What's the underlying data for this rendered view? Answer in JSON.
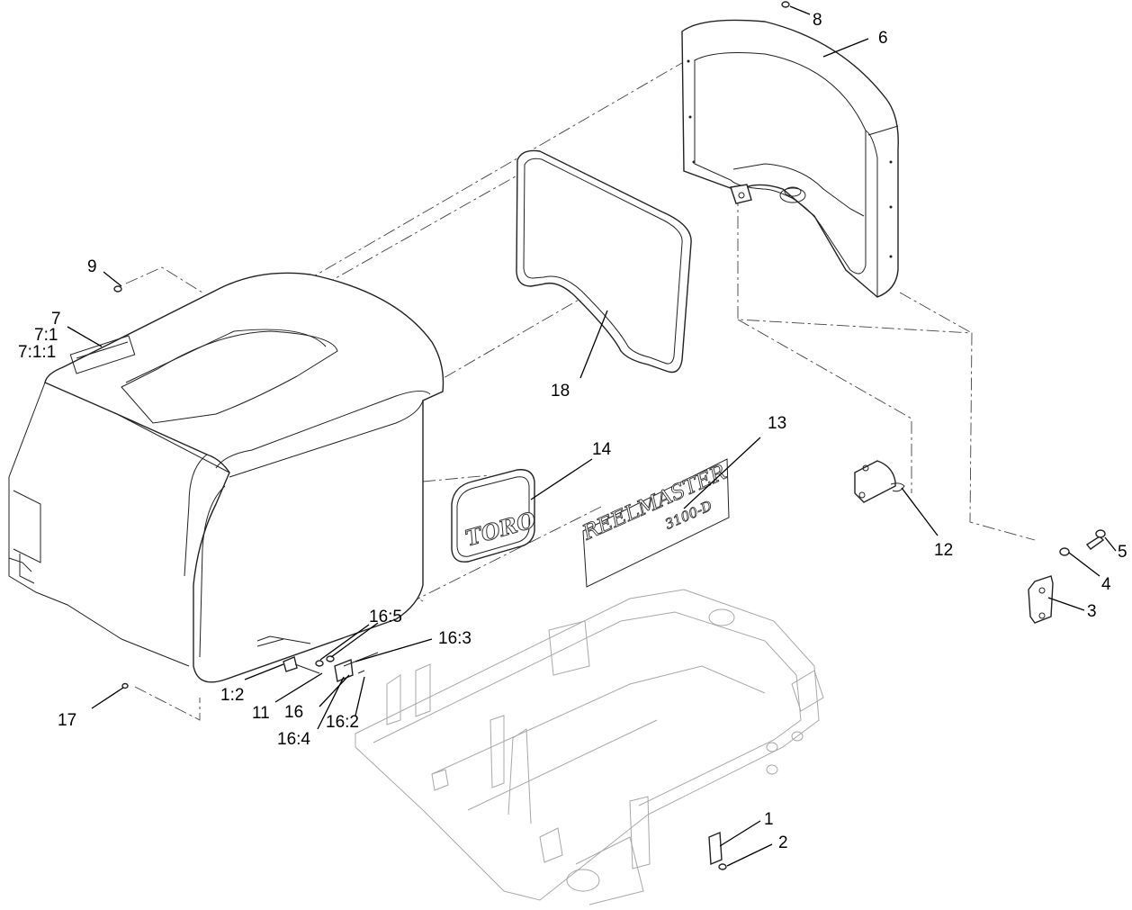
{
  "callouts": {
    "c1": "1",
    "c2": "2",
    "c3": "3",
    "c4": "4",
    "c5": "5",
    "c6": "6",
    "c7": "7",
    "c7_1": "7:1",
    "c7_1_1": "7:1:1",
    "c8": "8",
    "c9": "9",
    "c11": "11",
    "c12": "12",
    "c13": "13",
    "c14": "14",
    "c16": "16",
    "c16_2": "16:2",
    "c16_3": "16:3",
    "c16_4": "16:4",
    "c16_5": "16:5",
    "c17": "17",
    "c18": "18",
    "c1_2": "1:2"
  },
  "decals": {
    "toro_logo": "TORO",
    "reelmaster_name": "REELMASTER",
    "reelmaster_model": "3100-D"
  }
}
